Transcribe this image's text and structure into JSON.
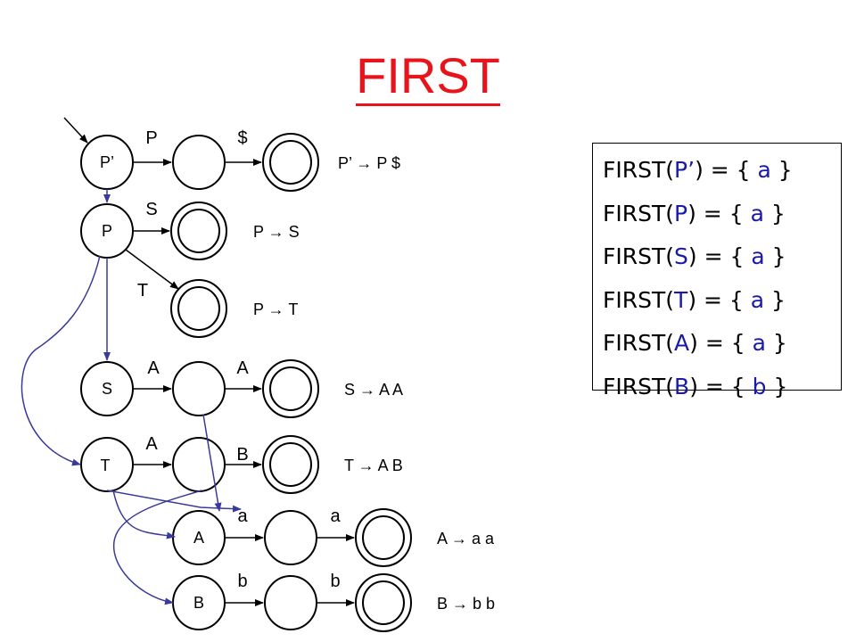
{
  "title": "FIRST",
  "colors": {
    "title": "#e8141c",
    "arrow_blue": "#3a3a9a",
    "set_blue": "#1a1aa8"
  },
  "nodes": {
    "Pp": "P’",
    "P": "P",
    "S": "S",
    "T": "T",
    "A": "A",
    "B": "B"
  },
  "edge_labels": {
    "Pp_P": "P",
    "Pp_dollar": "$",
    "P_S": "S",
    "P_T": "T",
    "S_A1": "A",
    "S_A2": "A",
    "T_A": "A",
    "T_B": "B",
    "A_a1": "a",
    "A_a2": "a",
    "B_b1": "b",
    "B_b2": "b"
  },
  "productions": {
    "Pp": "P’ → P $",
    "P_S": "P → S",
    "P_T": "P → T",
    "S": "S → A A",
    "T": "T → A B",
    "A": "A → a a",
    "B": "B → b b"
  },
  "first_sets": [
    {
      "prefix": "FIRST(",
      "nt": "P’",
      "mid": ") = { ",
      "val": "a",
      "suffix": " }"
    },
    {
      "prefix": "FIRST(",
      "nt": "P",
      "mid": ") = { ",
      "val": "a",
      "suffix": " }"
    },
    {
      "prefix": "FIRST(",
      "nt": "S",
      "mid": ") = { ",
      "val": "a",
      "suffix": " }"
    },
    {
      "prefix": "FIRST(",
      "nt": "T",
      "mid": ") = { ",
      "val": "a",
      "suffix": " }"
    },
    {
      "prefix": "FIRST(",
      "nt": "A",
      "mid": ") = { ",
      "val": "a",
      "suffix": " }"
    },
    {
      "prefix": "FIRST(",
      "nt": "B",
      "mid": ") = { ",
      "val": "b",
      "suffix": " }"
    }
  ]
}
